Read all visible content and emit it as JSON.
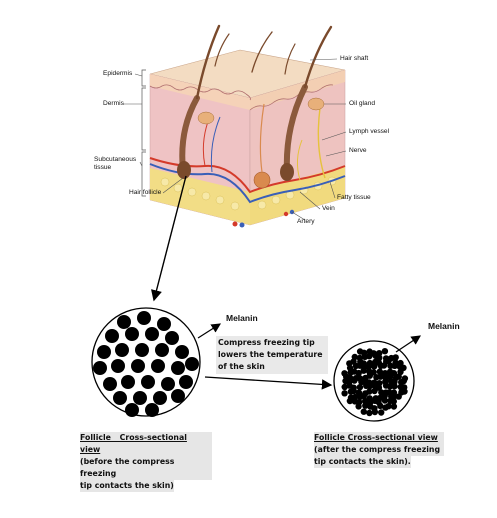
{
  "skin_labels": {
    "epidermis": "Epidermis",
    "dermis": "Dermis",
    "subcutaneous_line1": "Subcutaneous",
    "subcutaneous_line2": "tissue",
    "hair_follicle": "Hair follicle",
    "hair_shaft": "Hair shaft",
    "oil_gland": "Oil gland",
    "lymph_vessel": "Lymph vessel",
    "nerve": "Nerve",
    "fatty_tissue": "Fatty tissue",
    "vein": "Vein",
    "artery": "Artery"
  },
  "melanin_left": "Melanin",
  "melanin_right": "Melanin",
  "compress_note": {
    "line1": "Compress freezing tip",
    "line2": "lowers the temperature",
    "line3": "of the skin"
  },
  "caption_before": {
    "line1": "Follicle Cross-sectional view",
    "line2": "(before the compress freezing",
    "line3": "tip contacts the skin)"
  },
  "caption_after": {
    "line1": "Follicle Cross-sectional view",
    "line2": "(after the compress freezing",
    "line3": "tip contacts the skin)."
  },
  "colors": {
    "epidermis_top": "#f2dcc3",
    "dermis": "#efc6c6",
    "fat": "#f1dc7e",
    "hair": "#7a4a2c",
    "artery": "#d43a2a",
    "vein": "#3a5fb8",
    "nerve": "#e6c23c",
    "granule": "#000000"
  }
}
